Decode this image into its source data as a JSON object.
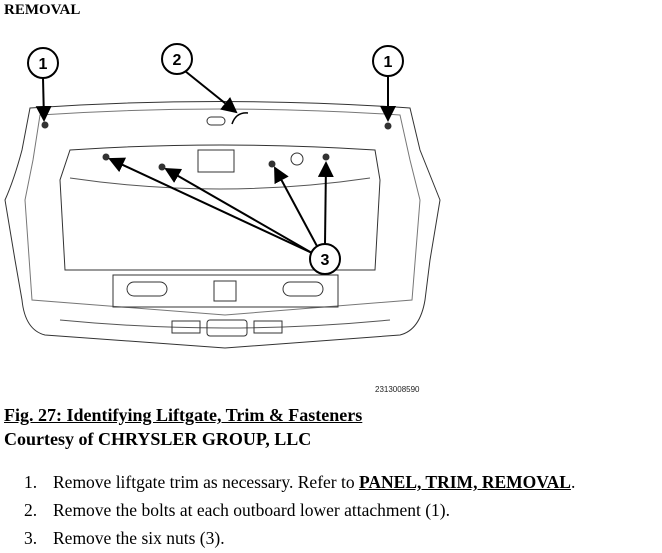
{
  "heading": "REMOVAL",
  "figure": {
    "callouts": [
      "1",
      "2",
      "1",
      "3"
    ],
    "image_id": "2313008590",
    "title": "Fig. 27: Identifying Liftgate, Trim & Fasteners",
    "courtesy": "Courtesy of CHRYSLER GROUP, LLC"
  },
  "steps": [
    {
      "num": "1.",
      "text": "Remove liftgate trim as necessary. Refer to ",
      "link": "PANEL, TRIM, REMOVAL",
      "after": "."
    },
    {
      "num": "2.",
      "text": "Remove the bolts at each outboard lower attachment (1)."
    },
    {
      "num": "3.",
      "text": "Remove the six nuts (3)."
    }
  ]
}
